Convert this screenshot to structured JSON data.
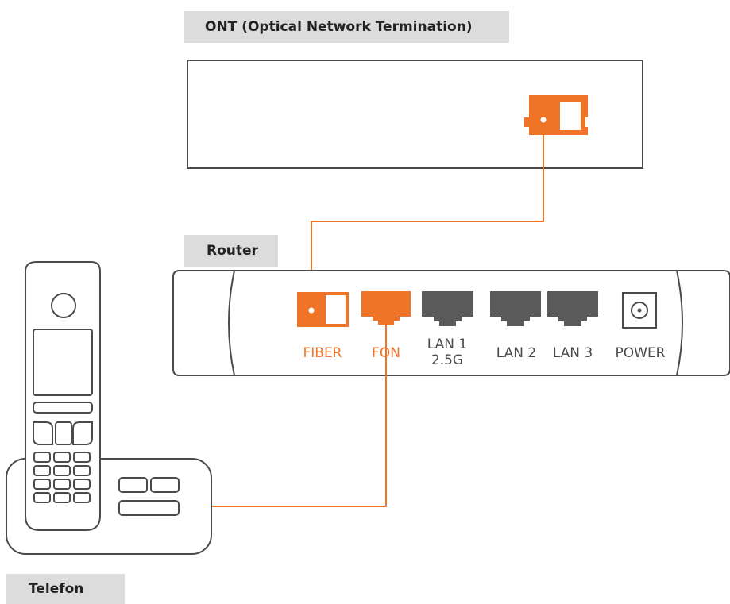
{
  "labels": {
    "ont": "ONT (Optical Network Termination)",
    "router": "Router",
    "phone": "Telefon"
  },
  "ports": {
    "fiber": "FIBER",
    "fon": "FON",
    "lan1_line1": "LAN 1",
    "lan1_line2": "2.5G",
    "lan2": "LAN 2",
    "lan3": "LAN 3",
    "power": "POWER"
  },
  "colors": {
    "accent": "#f07427",
    "port_gray": "#5a5a5a",
    "outline": "#4a4a4a",
    "label_gray": "#4a4a4a",
    "tag_bg": "#dcdcdc"
  }
}
